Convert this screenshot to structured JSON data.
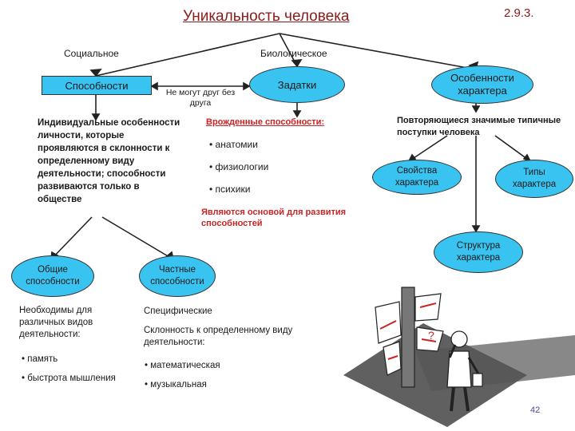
{
  "header": {
    "title": "Уникальность человека",
    "slide_number": "2.9.3.",
    "page_number": "42"
  },
  "branches": {
    "social": "Социальное",
    "biological": "Биологическое"
  },
  "nodes": {
    "abilities": "Способности",
    "inclinations": "Задатки",
    "character_features": "Особенности характера",
    "general_abilities": "Общие способности",
    "special_abilities": "Частные способности",
    "character_traits": "Свойства характера",
    "character_types": "Типы характера",
    "character_structure": "Структура характера"
  },
  "connector_note": "Не могут друг без друга",
  "abilities_definition": "Индивидуальные особенности личности, которые проявляются в склонности к определенному виду деятельности; способности развиваются только в обществе",
  "inclinations_info": {
    "heading": "Врожденные способности:",
    "items": [
      "• анатомии",
      "• физиологии",
      "• психики"
    ],
    "footer": "Являются основой для развития способностей"
  },
  "character_definition": "Повторяющиеся значимые типичные поступки человека",
  "general_info": {
    "text": "Необходимы для различных видов деятельности:",
    "items": [
      "• память",
      "• быстрота мышления"
    ]
  },
  "special_info": {
    "line1": "Специфические",
    "line2": "Склонность к определенному виду деятельности:",
    "items": [
      "• математическая",
      "• музыкальная"
    ]
  },
  "colors": {
    "box_fill": "#39c3f0",
    "title": "#8b1a1a",
    "accent_red": "#cc2222"
  },
  "illustration": {
    "description_icon": "signpost-thinker-icon",
    "question_mark": "?"
  }
}
